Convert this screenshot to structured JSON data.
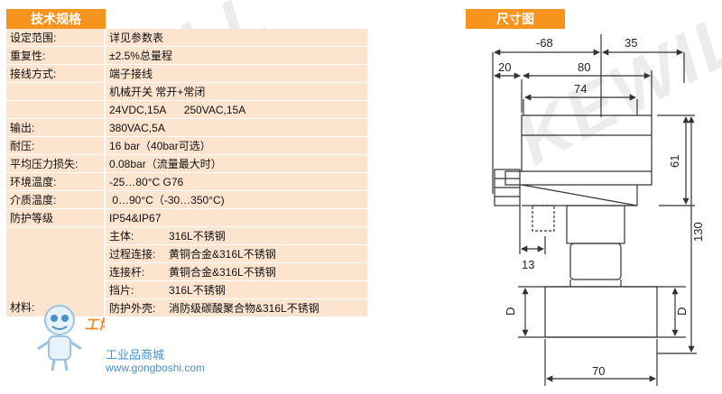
{
  "watermark": "KEWILL",
  "spec": {
    "header": "技术规格",
    "rows": [
      {
        "label": "设定范围:",
        "value": "详见参数表"
      },
      {
        "label": "重复性:",
        "value": "±2.5%总量程"
      },
      {
        "label": "接线方式:",
        "value": "端子接线"
      },
      {
        "label": "",
        "value": "机械开关 常开+常闭"
      },
      {
        "label": "",
        "value": "24VDC,15A      250VAC,15A"
      },
      {
        "label": "输出:",
        "value": "380VAC,5A"
      },
      {
        "label": "耐压:",
        "value": "16 bar（40bar可选）"
      },
      {
        "label": "平均压力损失:",
        "value": "0.08bar（流量最大时）"
      },
      {
        "label": "环境温度:",
        "value": "-25…80°C G76"
      },
      {
        "label": "介质温度:",
        "value": " 0…90°C（-30…350°C)"
      },
      {
        "label": "防护等级",
        "value": "IP54&IP67"
      }
    ],
    "material_label": "材料:",
    "material_rows": [
      {
        "key": "主体:",
        "value": "316L不锈钢"
      },
      {
        "key": "过程连接:",
        "value": "黄铜合金&316L不锈钢"
      },
      {
        "key": "连接杆:",
        "value": "黄铜合金&316L不锈钢"
      },
      {
        "key": "挡片:",
        "value": "316L不锈钢"
      },
      {
        "key": "防护外壳:",
        "value": "消防级碳酸聚合物&316L不锈钢"
      }
    ]
  },
  "dimension": {
    "header": "尺寸图",
    "dims": {
      "d68": "-68",
      "d35": "35",
      "d20": "20",
      "d80": "80",
      "d74": "74",
      "d61": "61",
      "d130": "130",
      "d13": "13",
      "d70": "70",
      "dD": "D"
    }
  },
  "branding": {
    "name": "工业品商城",
    "url": "www.gongboshi.com",
    "mascot_text": "工博士"
  },
  "colors": {
    "accent": "#f7941e",
    "row_bg": "#fce4cf",
    "line": "#333333",
    "brand": "#4a90c8"
  }
}
